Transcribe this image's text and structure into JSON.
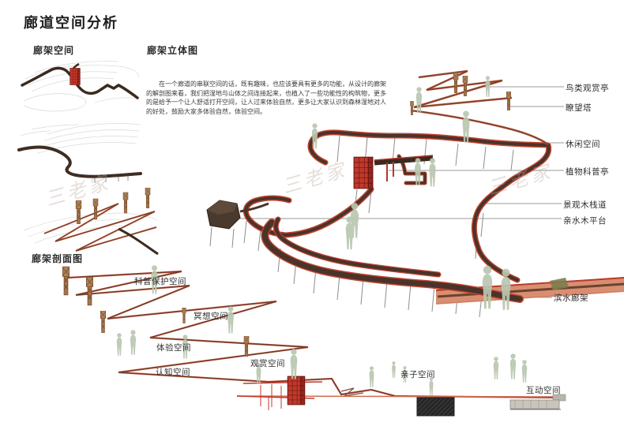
{
  "page": {
    "title": "廊道空间分析"
  },
  "headings": {
    "corridor_space": "廊架空间",
    "iso_view": "廊架立体图",
    "section_view": "廊架剖面图"
  },
  "description": {
    "text": "在一个廊道的串联空间的话，既有趣味，也应该要具有更多的功能，从设计的廊架的解剖图来看，我们把湿地与山体之间连接起来，也植入了一些功能性的构筑物，更多的是给予一个让人舒适打开空间，让人过来体验自然，更多让大家认识到森林湿地对人的好处，鼓励大家多体验自然，体验空间。"
  },
  "callouts": {
    "right": [
      {
        "label": "鸟类观赏亭"
      },
      {
        "label": "瞭望塔"
      },
      {
        "label": "休闲空间"
      },
      {
        "label": "植物科普亭"
      },
      {
        "label": "景观木栈道"
      },
      {
        "label": "亲水木平台"
      },
      {
        "label": "滨水廊架"
      }
    ],
    "section": [
      {
        "label": "科普保护空间"
      },
      {
        "label": "冥想空间"
      },
      {
        "label": "体验空间"
      },
      {
        "label": "认知空间"
      },
      {
        "label": "观赏空间"
      },
      {
        "label": "亲子空间"
      },
      {
        "label": "互动空间"
      }
    ]
  },
  "watermark": {
    "text": "三老家"
  },
  "colors": {
    "corridor_dark": "#4a332a",
    "corridor_edge": "#bf4430",
    "boardwalk_salmon": "#d98e72",
    "wood": "#a5754a",
    "tower_red": "#c1392b",
    "figure_green": "#b9c7b0",
    "contour": "#d9d9d9",
    "leader": "#999999"
  }
}
